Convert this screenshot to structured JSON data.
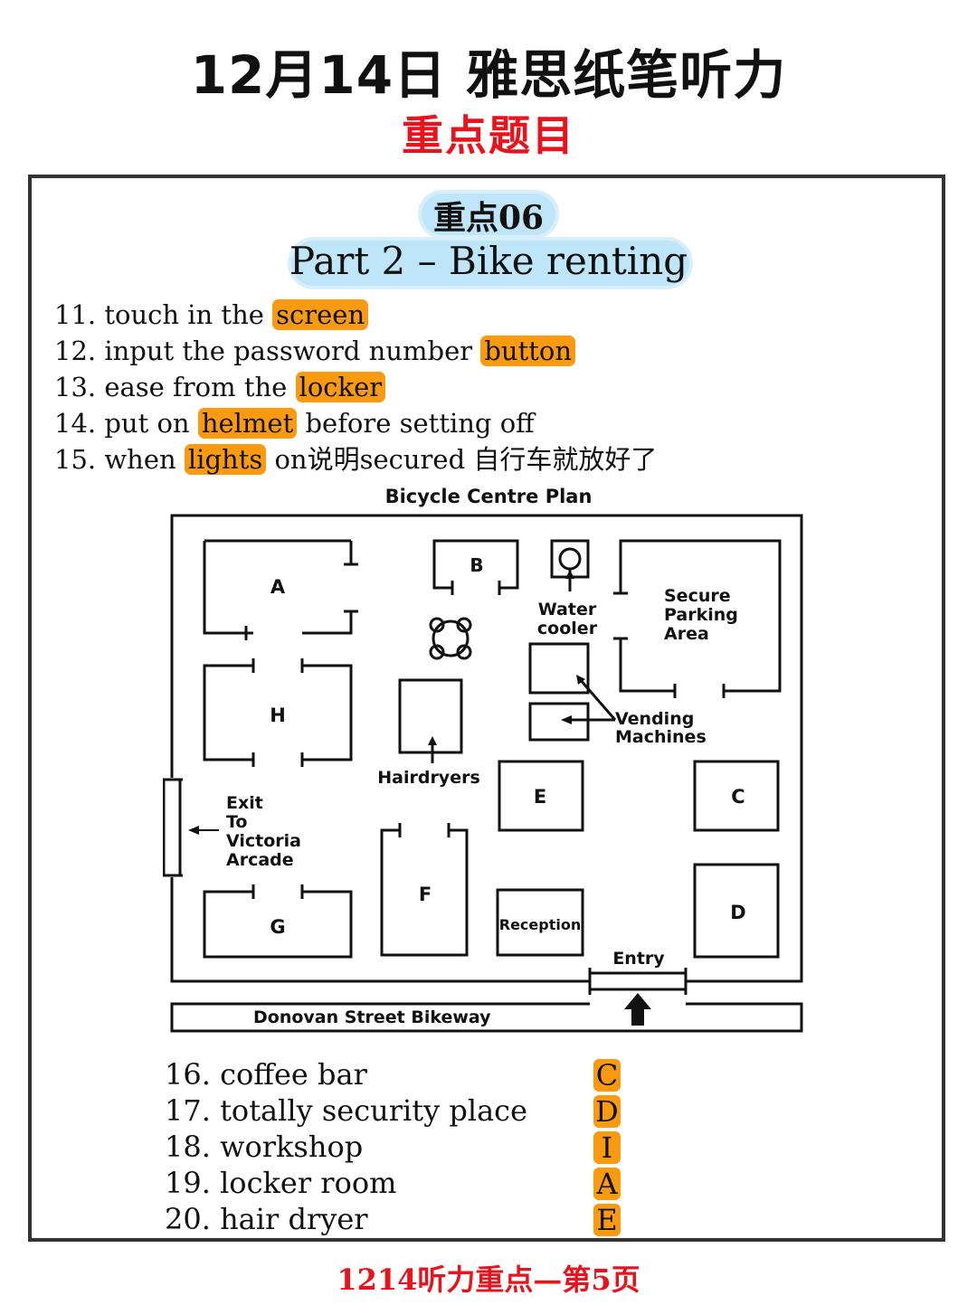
{
  "header": {
    "title": "12月14日 雅思纸笔听力",
    "subtitle": "重点题目"
  },
  "section": {
    "tag": "重点06",
    "title": "Part 2 – Bike renting"
  },
  "questions": [
    {
      "prefix": "11. touch in the ",
      "answer": "screen",
      "suffix": ""
    },
    {
      "prefix": "12. input the password number ",
      "answer": "button",
      "suffix": ""
    },
    {
      "prefix": "13. ease from the ",
      "answer": "locker",
      "suffix": ""
    },
    {
      "prefix": "14. put on ",
      "answer": "helmet",
      "suffix": " before setting off"
    },
    {
      "prefix": "15. when ",
      "answer": "lights",
      "suffix": " on说明secured 自行车就放好了"
    }
  ],
  "plan": {
    "title": "Bicycle Centre Plan",
    "rooms": {
      "a": "A",
      "b": "B",
      "c": "C",
      "d": "D",
      "e": "E",
      "f": "F",
      "g": "G",
      "h": "H"
    },
    "water_line1": "Water",
    "water_line2": "cooler",
    "secure_line1": "Secure",
    "secure_line2": "Parking",
    "secure_line3": "Area",
    "vending_line1": "Vending",
    "vending_line2": "Machines",
    "hairdryers": "Hairdryers",
    "exit_line1": "Exit",
    "exit_line2": "To",
    "exit_line3": "Victoria",
    "exit_line4": "Arcade",
    "reception": "Reception",
    "entry": "Entry",
    "street": "Donovan Street Bikeway"
  },
  "matching": [
    {
      "label": "16. coffee bar",
      "answer": "C"
    },
    {
      "label": "17. totally security place",
      "answer": "D"
    },
    {
      "label": "18. workshop",
      "answer": "I"
    },
    {
      "label": "19. locker room",
      "answer": "A"
    },
    {
      "label": "20. hair dryer",
      "answer": "E"
    }
  ],
  "footer": "1214听力重点—第5页",
  "colors": {
    "highlight": "#f99a10",
    "accent_red": "#e8141d",
    "cloud_blue": "#bfe6f8"
  }
}
